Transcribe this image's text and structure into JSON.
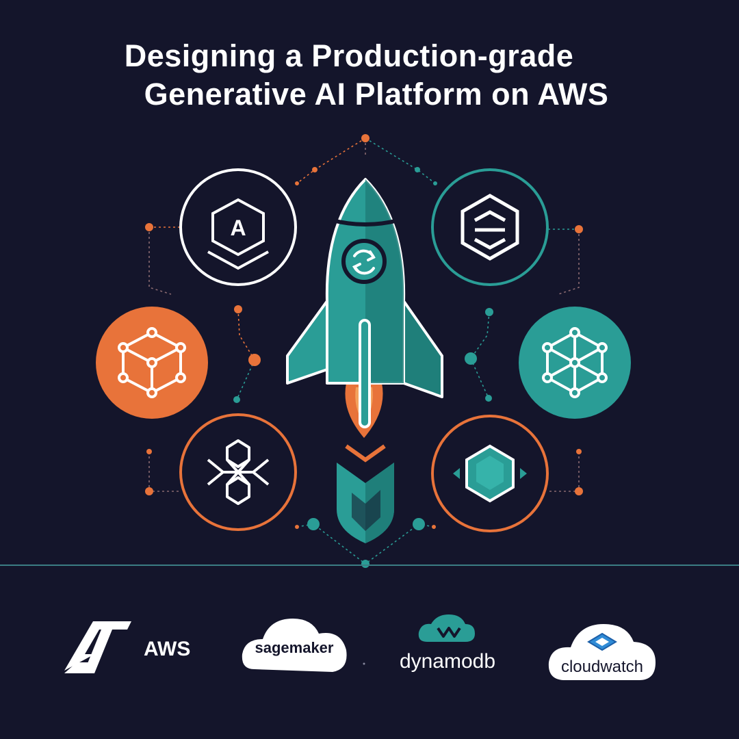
{
  "title": {
    "line1": "Designing a Production-grade",
    "line2": "Generative AI Platform on AWS"
  },
  "logos": {
    "aws": "AWS",
    "sagemaker": "sagemaker",
    "dynamodb": "dynamodb",
    "cloudwatch": "cloudwatch"
  },
  "nodes": {
    "top_left_letter": "A"
  },
  "colors": {
    "background": "#14152b",
    "teal": "#2a9d96",
    "orange": "#e8733a",
    "white": "#ffffff",
    "navy": "#1b1d36"
  },
  "icons": [
    "rocket-icon",
    "cycle-icon",
    "letter-a-hexagon-icon",
    "server-hexagon-icon",
    "network-cube-icon",
    "network-hexagon-icon",
    "chain-knot-icon",
    "gem-hexagon-icon",
    "shield-icon",
    "aws-logo-icon",
    "cloud-icon"
  ]
}
